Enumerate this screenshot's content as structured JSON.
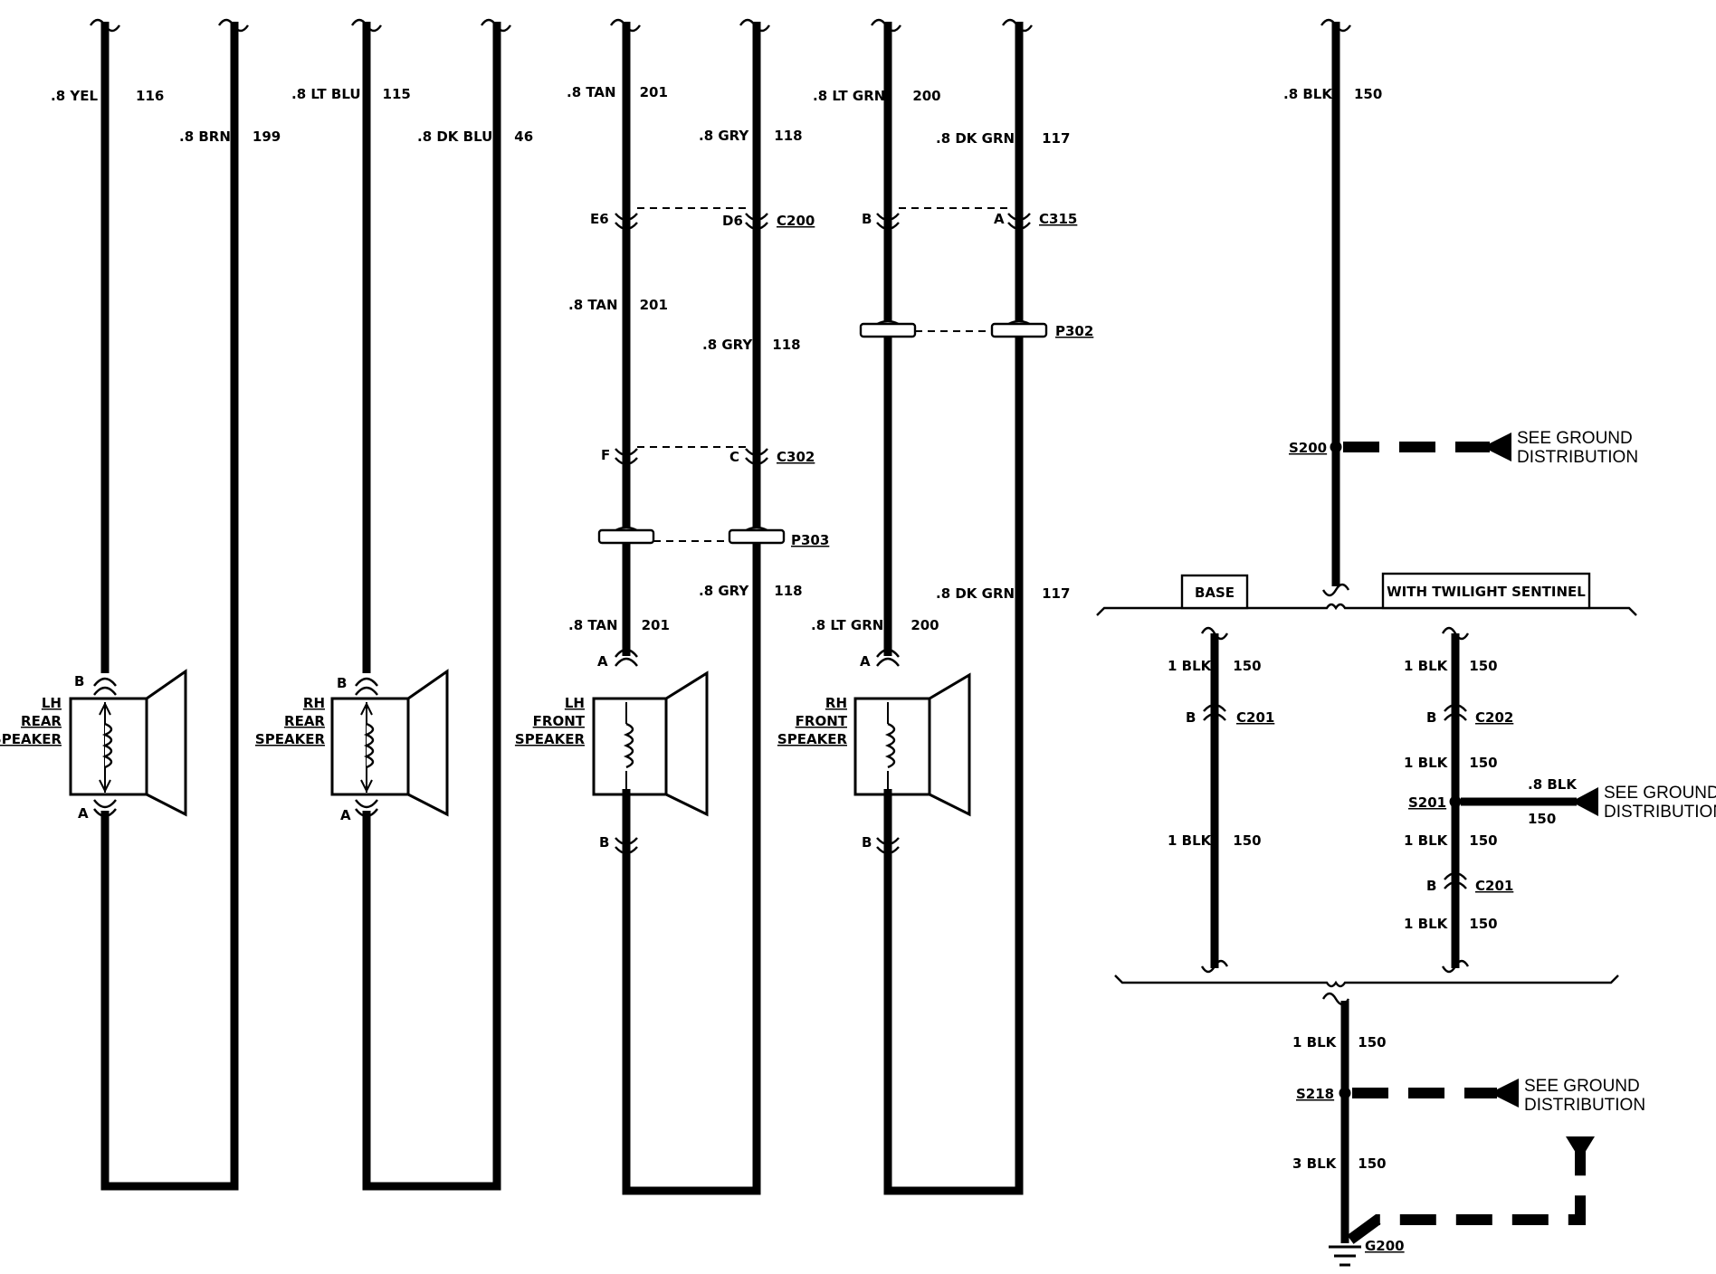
{
  "wires": {
    "w1": {
      "gauge": ".8 YEL",
      "circuit": "116"
    },
    "w2": {
      "gauge": ".8 BRN",
      "circuit": "199"
    },
    "w3": {
      "gauge": ".8 LT BLU",
      "circuit": "115"
    },
    "w4": {
      "gauge": ".8 DK BLU",
      "circuit": "46"
    },
    "w5a": {
      "gauge": ".8 TAN",
      "circuit": "201"
    },
    "w5b": {
      "gauge": ".8 TAN",
      "circuit": "201"
    },
    "w5c": {
      "gauge": ".8 TAN",
      "circuit": "201"
    },
    "w6a": {
      "gauge": ".8 GRY",
      "circuit": "118"
    },
    "w6b": {
      "gauge": ".8 GRY",
      "circuit": "118"
    },
    "w6c": {
      "gauge": ".8 GRY",
      "circuit": "118"
    },
    "w7a": {
      "gauge": ".8 LT GRN",
      "circuit": "200"
    },
    "w7b": {
      "gauge": ".8 LT GRN",
      "circuit": "200"
    },
    "w8a": {
      "gauge": ".8 DK GRN",
      "circuit": "117"
    },
    "w8b": {
      "gauge": ".8 DK GRN",
      "circuit": "117"
    },
    "g1": {
      "gauge": ".8 BLK",
      "circuit": "150"
    },
    "g2": {
      "gauge": "1 BLK",
      "circuit": "150"
    },
    "g3": {
      "gauge": "1 BLK",
      "circuit": "150"
    },
    "g4": {
      "gauge": "1 BLK",
      "circuit": "150"
    },
    "g5": {
      "gauge": "1 BLK",
      "circuit": "150"
    },
    "g6": {
      "gauge": "1 BLK",
      "circuit": "150"
    },
    "g7": {
      "gauge": "1 BLK",
      "circuit": "150"
    },
    "g8": {
      "gauge": ".8 BLK",
      "circuit": "150"
    },
    "g9": {
      "gauge": "1 BLK",
      "circuit": "150"
    },
    "g10": {
      "gauge": "3 BLK",
      "circuit": "150"
    }
  },
  "connectors": {
    "c200": {
      "name": "C200",
      "pin_a": "E6",
      "pin_b": "D6"
    },
    "c302": {
      "name": "C302",
      "pin_a": "F",
      "pin_b": "C"
    },
    "c315": {
      "name": "C315",
      "pin_a": "B",
      "pin_b": "A"
    },
    "c201a": {
      "name": "C201",
      "pin": "B"
    },
    "c202": {
      "name": "C202",
      "pin": "B"
    },
    "c201b": {
      "name": "C201",
      "pin": "B"
    },
    "p303": {
      "name": "P303"
    },
    "p302": {
      "name": "P302"
    }
  },
  "speakers": {
    "lh_rear": {
      "l1": "LH",
      "l2": "REAR",
      "l3": "SPEAKER",
      "pin_top": "B",
      "pin_bottom": "A"
    },
    "rh_rear": {
      "l1": "RH",
      "l2": "REAR",
      "l3": "SPEAKER",
      "pin_top": "B",
      "pin_bottom": "A"
    },
    "lh_front": {
      "l1": "LH",
      "l2": "FRONT",
      "l3": "SPEAKER",
      "pin_top": "A",
      "pin_bottom": "B"
    },
    "rh_front": {
      "l1": "RH",
      "l2": "FRONT",
      "l3": "SPEAKER",
      "pin_top": "A",
      "pin_bottom": "B"
    }
  },
  "splices": {
    "s200": "S200",
    "s201": "S201",
    "s218": "S218"
  },
  "ground": "G200",
  "ground_dist": {
    "l1": "SEE GROUND",
    "l2": "DISTRIBUTION"
  },
  "options": {
    "base": "BASE",
    "twilight": "WITH TWILIGHT SENTINEL"
  }
}
